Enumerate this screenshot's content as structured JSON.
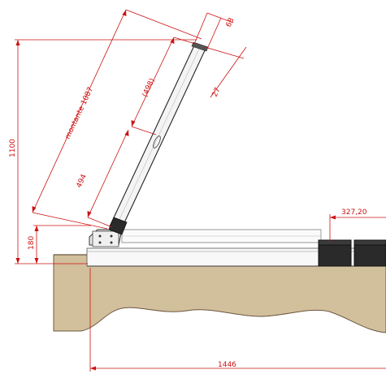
{
  "colors": {
    "dimension": "#cc1111",
    "ground_fill": "#d2bf9c",
    "ground_stroke": "#6b5840",
    "frame": "#2a2a2a",
    "tube_fill": "#f4f4f4",
    "rail_fill": "#f8f8f8",
    "planter_fill": "#2a2a2a"
  },
  "dimensions": {
    "top_offset": "68",
    "tube_width": "27",
    "inner_length": "(498)",
    "montante": "montante 1087",
    "lower_segment": "494",
    "total_height": "1100",
    "bracket_height": "180",
    "planter_width": "327,20",
    "total_length": "1446"
  }
}
